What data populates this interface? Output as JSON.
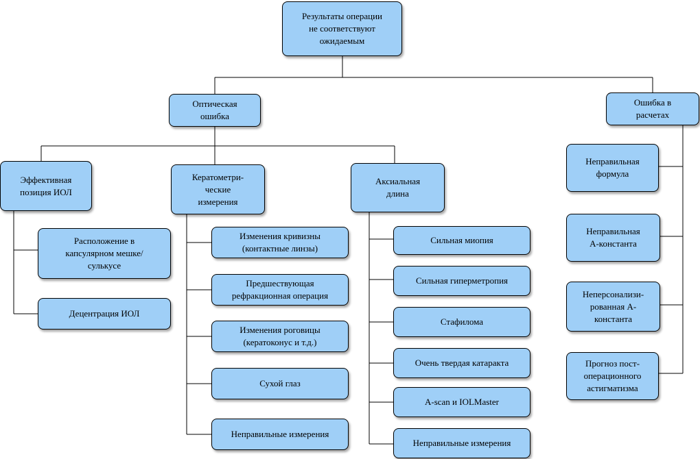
{
  "root": "Результаты операции\nне соответствуют\nожидаемым",
  "optical": {
    "label": "Оптическая\nошибка",
    "branches": {
      "eff": {
        "label": "Эффективная\nпозиция ИОЛ",
        "items": [
          "Расположение в\nкапсулярном мешке/\nсулькусе",
          "Децентрация ИОЛ"
        ]
      },
      "kerato": {
        "label": "Кератометри-\nческие\nизмерения",
        "items": [
          "Изменения кривизны\n(контактные линзы)",
          "Предшествующая\nрефракционная операция",
          "Изменения роговицы\n(кератоконус и т.д.)",
          "Сухой глаз",
          "Неправильные измерения"
        ]
      },
      "axial": {
        "label": "Аксиальная\nдлина",
        "items": [
          "Сильная миопия",
          "Сильная гиперметропия",
          "Стафилома",
          "Очень твердая катаракта",
          "A-scan и IOLMaster",
          "Неправильные измерения"
        ]
      }
    }
  },
  "calc": {
    "label": "Ошибка в\nрасчетах",
    "items": [
      "Неправильная\nформула",
      "Неправильная\nA-константа",
      "Неперсонализи-\nрованная А-\nконстанта",
      "Прогноз пост-\nоперационного\nастигматизма"
    ]
  },
  "colors": {
    "box_fill": "#9fcff7",
    "line": "#000000"
  }
}
